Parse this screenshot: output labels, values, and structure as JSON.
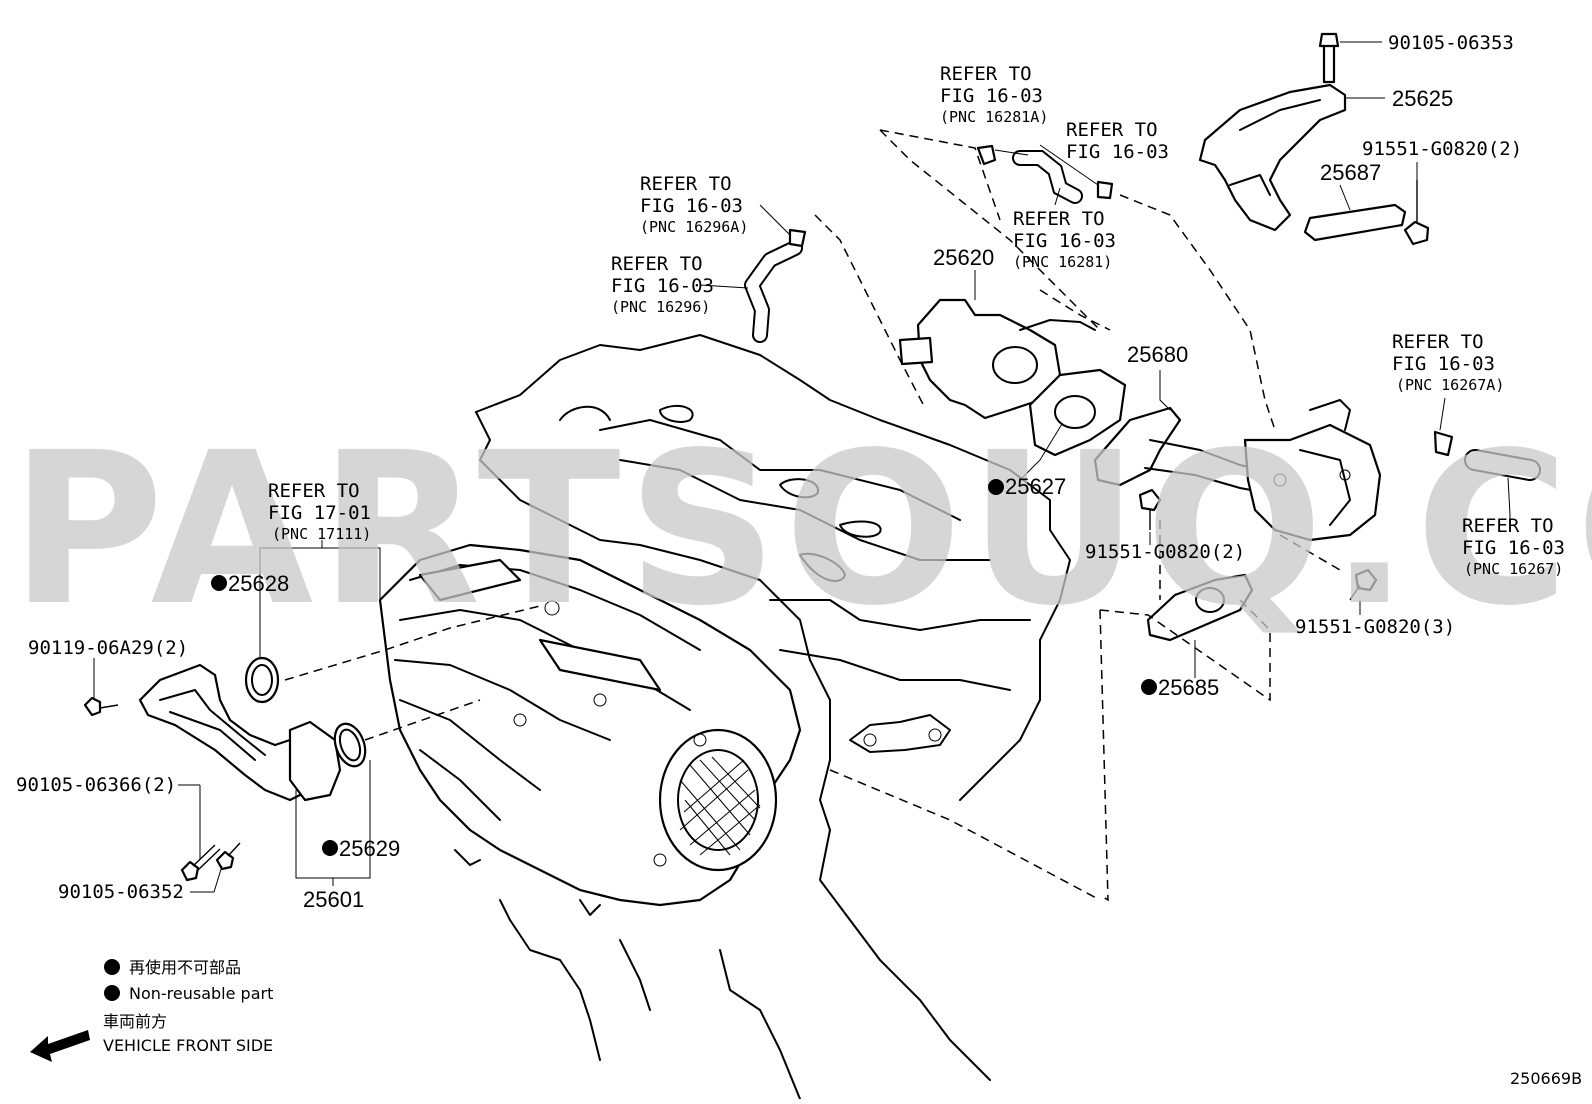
{
  "watermark": "PARTSOUQ.COM",
  "diagram_code": "250669B",
  "legend": {
    "non_reusable_jp": "再使用不可部品",
    "non_reusable_en": "Non-reusable part",
    "front_jp": "車両前方",
    "front_en": "VEHICLE FRONT SIDE"
  },
  "refs": [
    {
      "l1": "REFER TO",
      "l2": "FIG 16-03",
      "l3": "(PNC 16281A)"
    },
    {
      "l1": "REFER TO",
      "l2": "FIG 16-03",
      "l3": ""
    },
    {
      "l1": "REFER TO",
      "l2": "FIG 16-03",
      "l3": "(PNC 16296A)"
    },
    {
      "l1": "REFER TO",
      "l2": "FIG 16-03",
      "l3": "(PNC 16296)"
    },
    {
      "l1": "REFER TO",
      "l2": "FIG 16-03",
      "l3": "(PNC 16281)"
    },
    {
      "l1": "REFER TO",
      "l2": "FIG 16-03",
      "l3": "(PNC 16267A)"
    },
    {
      "l1": "REFER TO",
      "l2": "FIG 16-03",
      "l3": "(PNC 16267)"
    },
    {
      "l1": "REFER TO",
      "l2": "FIG 17-01",
      "l3": "(PNC 17111)"
    }
  ],
  "parts": {
    "p90105_06353": "90105-06353",
    "p25625": "25625",
    "p91551_g0820_2a": "91551-G0820(2)",
    "p25687": "25687",
    "p25620": "25620",
    "p25680": "25680",
    "p25627": "25627",
    "p91551_g0820_2b": "91551-G0820(2)",
    "p91551_g0820_3": "91551-G0820(3)",
    "p25685": "25685",
    "p25628": "25628",
    "p90119_06a29": "90119-06A29(2)",
    "p90105_06366": "90105-06366(2)",
    "p90105_06352": "90105-06352",
    "p25629": "25629",
    "p25601": "25601"
  }
}
